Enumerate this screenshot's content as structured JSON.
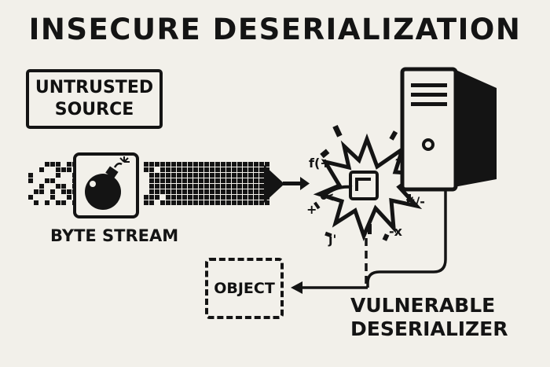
{
  "diagram": {
    "title": "INSECURE DESERIALIZATION",
    "source": {
      "line1": "UNTRUSTED",
      "line2": "SOURCE"
    },
    "stream_label": "BYTE STREAM",
    "object_label": "OBJECT",
    "deserializer": {
      "line1": "VULNERABLE",
      "line2": "DESERIALIZER"
    },
    "glyphs": [
      "f(+",
      "<",
      "+",
      "#/-",
      "j'",
      "-x",
      "+",
      "~"
    ]
  },
  "icons": [
    "bomb-icon",
    "explosion-icon",
    "server-icon",
    "arrow-icon"
  ],
  "colors": {
    "ink": "#141414",
    "background": "#f2f0ea"
  }
}
